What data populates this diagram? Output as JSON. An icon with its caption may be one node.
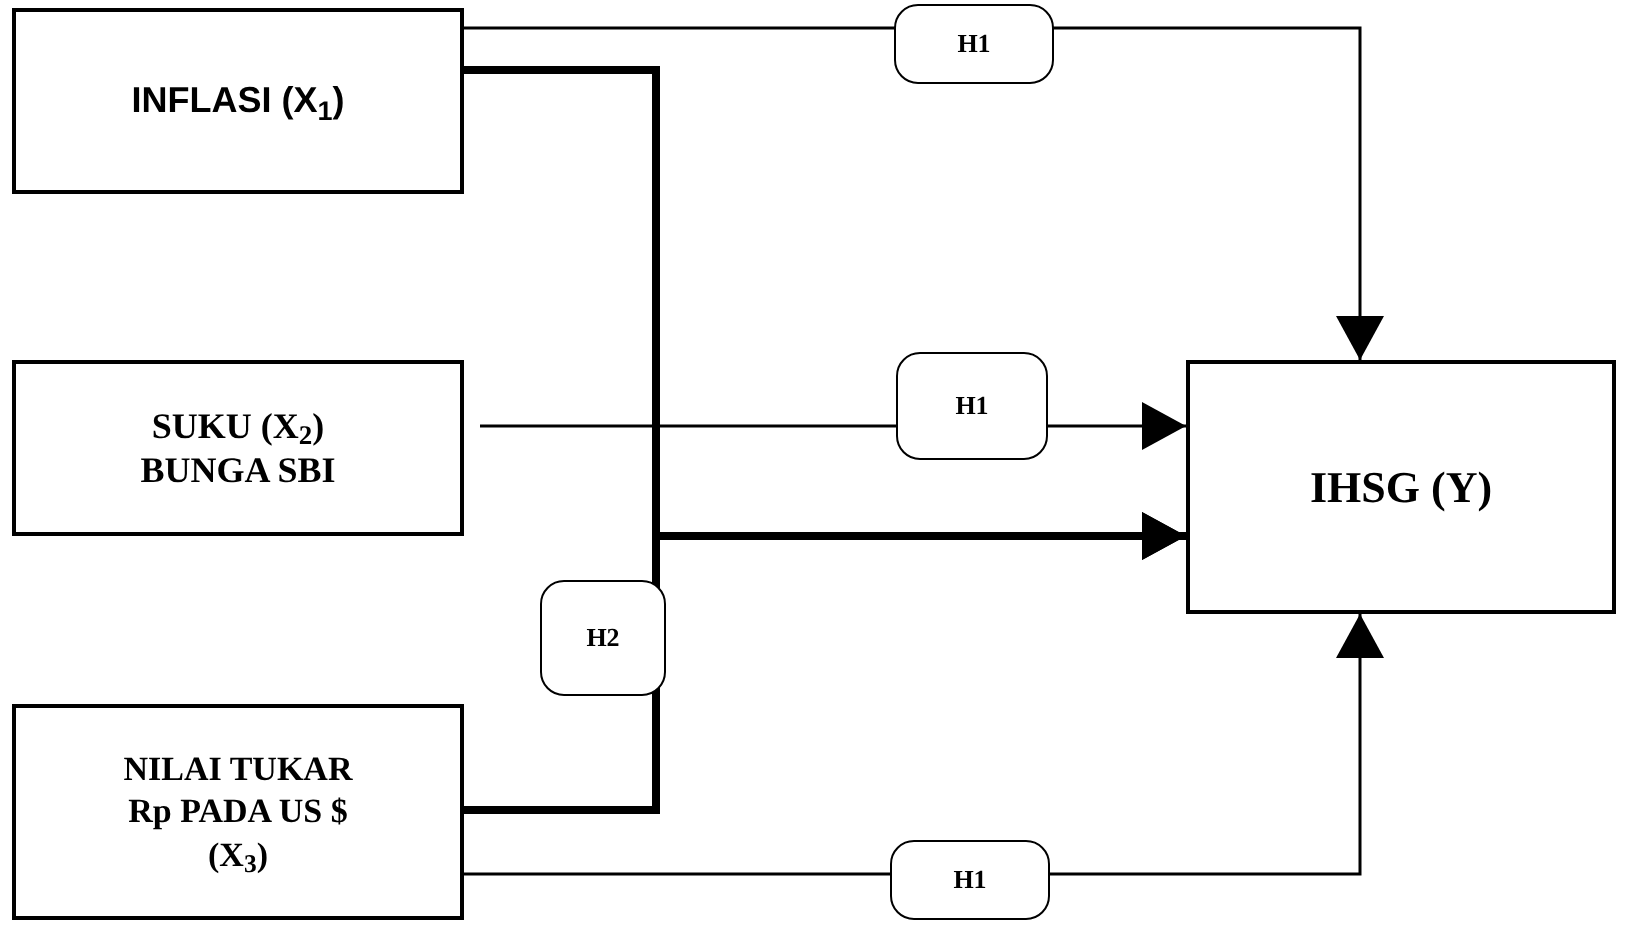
{
  "diagram": {
    "nodes": [
      {
        "text": [
          "INFLASI (X$_{1}$)"
        ]
      },
      {
        "text": [
          "SUKU (X$_{2}$) BUNGA SBI"
        ]
      },
      {
        "text": [
          "NILAI TUKAR Rp PADA US $ (X$_{3}$)"
        ]
      },
      {
        "text": [
          "IHSG (Y)"
        ]
      }
    ],
    "edges": [
      {
        "from": 0,
        "to": 3,
        "arrow": "to",
        "label": "H1"
      },
      {
        "from": 1,
        "to": 3,
        "arrow": "to",
        "label": "H1"
      },
      {
        "from": 2,
        "to": 3,
        "arrow": "to",
        "label": "H1"
      },
      {
        "from": 0,
        "to": 3,
        "arrow": "to",
        "style": "thick"
      },
      {
        "from": 2,
        "to": 3,
        "arrow": "to",
        "style": "thick",
        "label": "H2"
      }
    ]
  }
}
